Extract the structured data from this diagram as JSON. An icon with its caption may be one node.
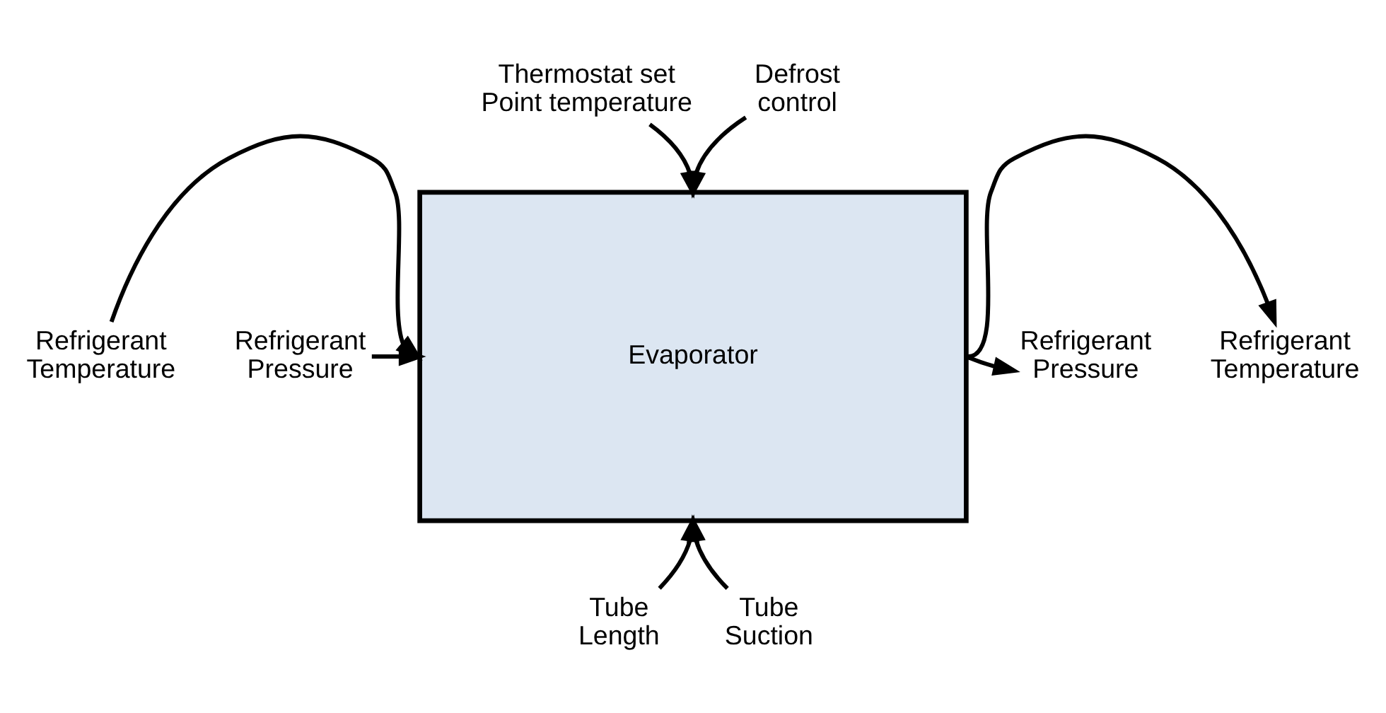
{
  "diagram": {
    "nodes": [
      {
        "text": [
          "Evaporator"
        ]
      },
      {
        "text": [
          "Thermostat set Point temperature"
        ]
      },
      {
        "text": [
          "Defrost control"
        ]
      },
      {
        "text": [
          "Refrigerant Temperature"
        ]
      },
      {
        "text": [
          "Refrigerant Pressure"
        ]
      },
      {
        "text": [
          "Tube Length"
        ]
      },
      {
        "text": [
          "Tube Suction"
        ]
      },
      {
        "text": [
          "Refrigerant Temperature"
        ]
      },
      {
        "text": [
          "Refrigerant Pressure"
        ]
      }
    ],
    "edges": [
      {
        "from": 1,
        "to": 0,
        "arrow": "to"
      },
      {
        "from": 2,
        "to": 0,
        "arrow": "to"
      },
      {
        "from": 3,
        "to": 0,
        "arrow": "to"
      },
      {
        "from": 4,
        "to": 0,
        "arrow": "to"
      },
      {
        "from": 5,
        "to": 0,
        "arrow": "to"
      },
      {
        "from": 6,
        "to": 0,
        "arrow": "to"
      },
      {
        "from": 0,
        "to": 7,
        "arrow": "to"
      },
      {
        "from": 0,
        "to": 8,
        "arrow": "to"
      }
    ]
  }
}
